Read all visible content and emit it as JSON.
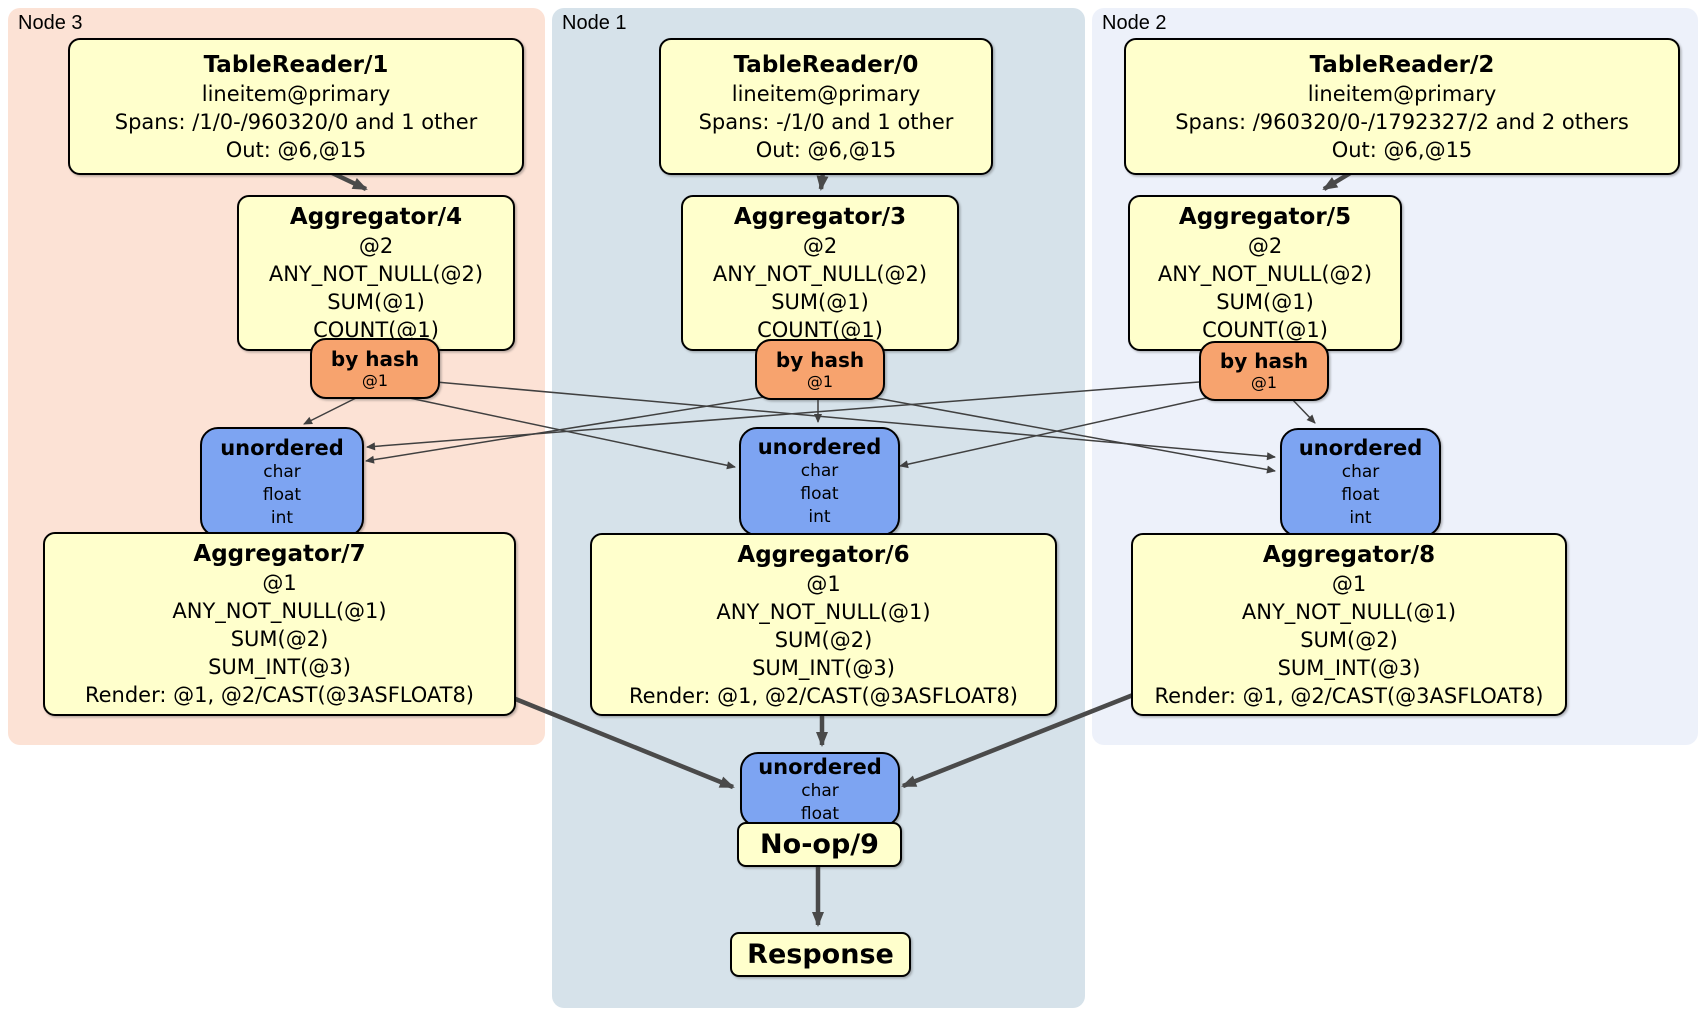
{
  "nodes": {
    "node3": {
      "label": "Node 3"
    },
    "node1": {
      "label": "Node 1"
    },
    "node2": {
      "label": "Node 2"
    }
  },
  "boxes": {
    "tablereader1": {
      "title": "TableReader/1",
      "lines": [
        "lineitem@primary",
        "Spans: /1/0-/960320/0 and 1 other",
        "Out: @6,@15"
      ]
    },
    "tablereader0": {
      "title": "TableReader/0",
      "lines": [
        "lineitem@primary",
        "Spans: -/1/0 and 1 other",
        "Out: @6,@15"
      ]
    },
    "tablereader2": {
      "title": "TableReader/2",
      "lines": [
        "lineitem@primary",
        "Spans: /960320/0-/1792327/2 and 2 others",
        "Out: @6,@15"
      ]
    },
    "aggregator4": {
      "title": "Aggregator/4",
      "lines": [
        "@2",
        "ANY_NOT_NULL(@2)",
        "SUM(@1)",
        "COUNT(@1)"
      ]
    },
    "aggregator3": {
      "title": "Aggregator/3",
      "lines": [
        "@2",
        "ANY_NOT_NULL(@2)",
        "SUM(@1)",
        "COUNT(@1)"
      ]
    },
    "aggregator5": {
      "title": "Aggregator/5",
      "lines": [
        "@2",
        "ANY_NOT_NULL(@2)",
        "SUM(@1)",
        "COUNT(@1)"
      ]
    },
    "byhash4": {
      "title": "by hash",
      "sub": "@1"
    },
    "byhash3": {
      "title": "by hash",
      "sub": "@1"
    },
    "byhash5": {
      "title": "by hash",
      "sub": "@1"
    },
    "unordered7": {
      "title": "unordered",
      "lines": [
        "char",
        "float",
        "int"
      ]
    },
    "unordered6": {
      "title": "unordered",
      "lines": [
        "char",
        "float",
        "int"
      ]
    },
    "unordered8": {
      "title": "unordered",
      "lines": [
        "char",
        "float",
        "int"
      ]
    },
    "aggregator7": {
      "title": "Aggregator/7",
      "lines": [
        "@1",
        "ANY_NOT_NULL(@1)",
        "SUM(@2)",
        "SUM_INT(@3)",
        "Render: @1, @2/CAST(@3ASFLOAT8)"
      ]
    },
    "aggregator6": {
      "title": "Aggregator/6",
      "lines": [
        "@1",
        "ANY_NOT_NULL(@1)",
        "SUM(@2)",
        "SUM_INT(@3)",
        "Render: @1, @2/CAST(@3ASFLOAT8)"
      ]
    },
    "aggregator8": {
      "title": "Aggregator/8",
      "lines": [
        "@1",
        "ANY_NOT_NULL(@1)",
        "SUM(@2)",
        "SUM_INT(@3)",
        "Render: @1, @2/CAST(@3ASFLOAT8)"
      ]
    },
    "unordered_final": {
      "title": "unordered",
      "lines": [
        "char",
        "float"
      ]
    },
    "noop": {
      "title": "No-op/9"
    },
    "response": {
      "title": "Response"
    }
  },
  "edges": [
    "TableReader/1 -> Aggregator/4",
    "TableReader/0 -> Aggregator/3",
    "TableReader/2 -> Aggregator/5",
    "Aggregator/4 by hash @1 -> unordered(Node 3)",
    "Aggregator/4 by hash @1 -> unordered(Node 1)",
    "Aggregator/4 by hash @1 -> unordered(Node 2)",
    "Aggregator/3 by hash @1 -> unordered(Node 3)",
    "Aggregator/3 by hash @1 -> unordered(Node 1)",
    "Aggregator/3 by hash @1 -> unordered(Node 2)",
    "Aggregator/5 by hash @1 -> unordered(Node 3)",
    "Aggregator/5 by hash @1 -> unordered(Node 1)",
    "Aggregator/5 by hash @1 -> unordered(Node 2)",
    "Aggregator/7 -> unordered(final)",
    "Aggregator/6 -> unordered(final)",
    "Aggregator/8 -> unordered(final)",
    "unordered(final) -> No-op/9",
    "No-op/9 -> Response"
  ],
  "colors": {
    "node3_bg": "#fce2d5",
    "node1_bg": "#d6e2ea",
    "node2_bg": "#edf1fa",
    "operator_bg": "#ffffcc",
    "router_bg": "#f7a36e",
    "sync_bg": "#7da4f2",
    "box_border": "#000000",
    "edge": "#4a4a4a"
  }
}
